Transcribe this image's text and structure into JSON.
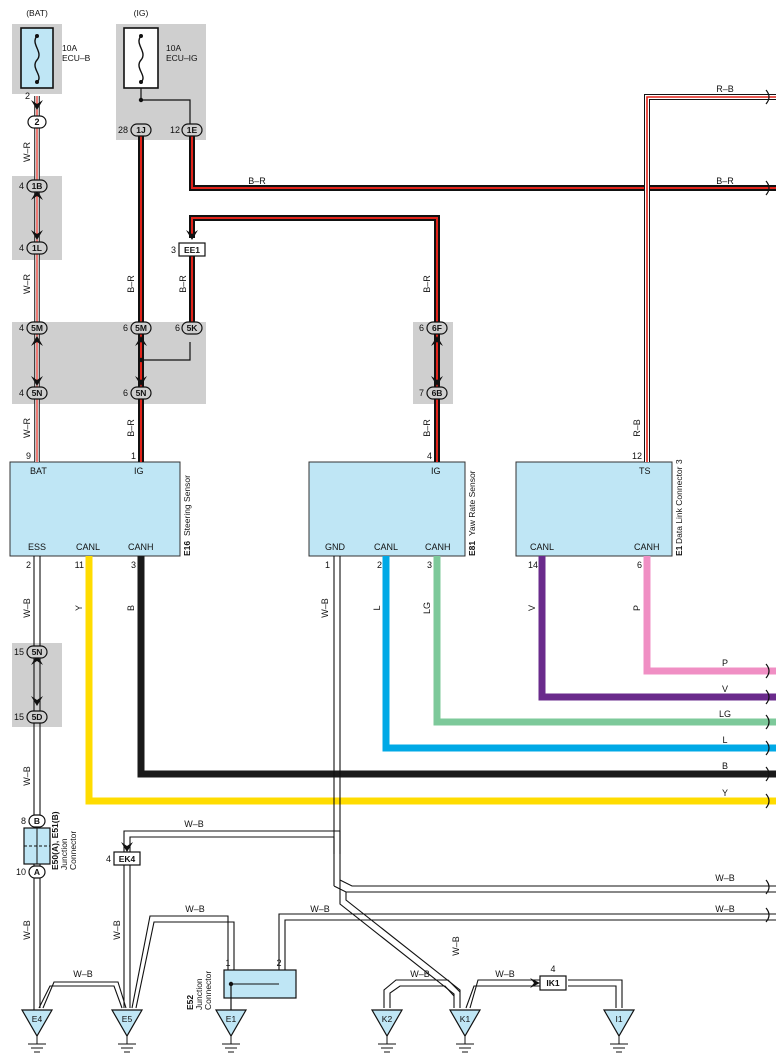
{
  "power": {
    "bat_label": "(BAT)",
    "ig_label": "(IG)",
    "fuse_bat_rating": "10A",
    "fuse_bat_name": "ECU–B",
    "fuse_ig_rating": "10A",
    "fuse_ig_name": "ECU–IG"
  },
  "connectors": {
    "c_2": "2",
    "c_1B": "1B",
    "c_1L": "1L",
    "c_5M_a": "5M",
    "c_5N_a": "5N",
    "c_1J": "1J",
    "c_1E": "1E",
    "c_5M_b": "5M",
    "c_5K": "5K",
    "c_5N_b": "5N",
    "c_6F": "6F",
    "c_6B": "6B",
    "c_EE1": "EE1",
    "c_5N_c": "5N",
    "c_5D": "5D",
    "c_B": "B",
    "c_A": "A",
    "c_EK4": "EK4",
    "c_IK1": "IK1"
  },
  "pins": {
    "p_2": "2",
    "p_4a": "4",
    "p_4b": "4",
    "p_4c": "4",
    "p_4d": "4",
    "p_28": "28",
    "p_12": "12",
    "p_6a": "6",
    "p_6b": "6",
    "p_6c": "6",
    "p_6d": "6",
    "p_7": "7",
    "p_3ee": "3",
    "p_9": "9",
    "p_1": "1",
    "p_4yaw": "4",
    "p_12ts": "12",
    "p_2ess": "2",
    "p_11": "11",
    "p_3canh": "3",
    "p_1gnd": "1",
    "p_2canl": "2",
    "p_3yawh": "3",
    "p_14": "14",
    "p_6dlc": "6",
    "p_15a": "15",
    "p_15b": "15",
    "p_8": "8",
    "p_10": "10",
    "p_4ek": "4",
    "p_1e52": "1",
    "p_2e52": "2",
    "p_4ik": "4"
  },
  "wires": {
    "wr1": "W–R",
    "wr2": "W–R",
    "wr3": "W–R",
    "br1": "B–R",
    "br2": "B–R",
    "br3": "B–R",
    "br4": "B–R",
    "br5": "B–R",
    "br_top": "B–R",
    "br_right": "B–R",
    "rb_top": "R–B",
    "rb_v": "R–B",
    "wb1": "W–B",
    "wb2": "W–B",
    "wb3": "W–B",
    "wb4": "W–B",
    "wb5": "W–B",
    "wb6": "W–B",
    "wb7": "W–B",
    "wb8": "W–B",
    "wb9": "W–B",
    "wb10": "W–B",
    "wb11": "W–B",
    "wb12": "W–B",
    "wb13": "W–B",
    "wb14": "W–B",
    "y1": "Y",
    "y2": "Y",
    "b1": "B",
    "b2": "B",
    "l1": "L",
    "l2": "L",
    "lg1": "LG",
    "lg2": "LG",
    "v1": "V",
    "v2": "V",
    "p1": "P",
    "p2": "P"
  },
  "components": {
    "e16": {
      "code": "E16",
      "name": "Steering Sensor",
      "bat": "BAT",
      "ig": "IG",
      "ess": "ESS",
      "canl": "CANL",
      "canh": "CANH"
    },
    "e81": {
      "code": "E81",
      "name": "Yaw Rate Sensor",
      "ig": "IG",
      "gnd": "GND",
      "canl": "CANL",
      "canh": "CANH"
    },
    "e1": {
      "code": "E1",
      "name": "Data Link Connector 3",
      "ts": "TS",
      "canl": "CANL",
      "canh": "CANH"
    },
    "e50": {
      "code": "E50(A), E51(B)",
      "line1": "Junction",
      "line2": "Connector"
    },
    "e52": {
      "code": "E52",
      "line1": "Junction",
      "line2": "Connector"
    }
  },
  "grounds": {
    "g_E4": "E4",
    "g_E5": "E5",
    "g_E1": "E1",
    "g_K2": "K2",
    "g_K1": "K1",
    "g_I1": "I1"
  },
  "colors": {
    "wr_stripe": "#e2231a",
    "br_stripe": "#e2231a",
    "rb_stripe": "#e2231a",
    "yellow": "#ffdc00",
    "black": "#1a1a1a",
    "blue": "#00a9e6",
    "lightgreen": "#7dc99a",
    "violet": "#6a2b8c",
    "pink": "#f08fc4",
    "ecu_fill": "#bfe6f5",
    "block_fill": "#cfcfcf"
  }
}
